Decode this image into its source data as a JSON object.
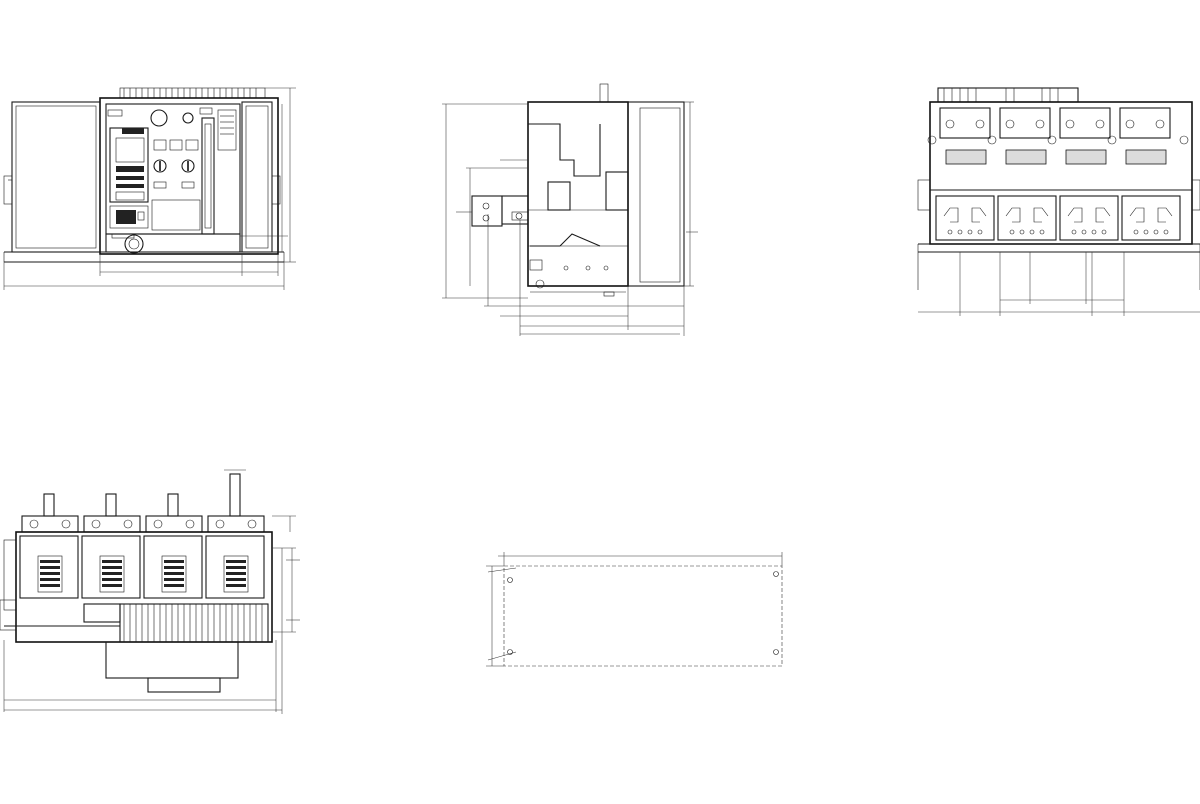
{
  "drawing": {
    "views": [
      {
        "id": "front-view"
      },
      {
        "id": "side-view"
      },
      {
        "id": "rear-view"
      },
      {
        "id": "top-view"
      },
      {
        "id": "door-cutout-view"
      }
    ],
    "colors": {
      "line": "#1a1a1a",
      "background": "#ffffff"
    }
  }
}
